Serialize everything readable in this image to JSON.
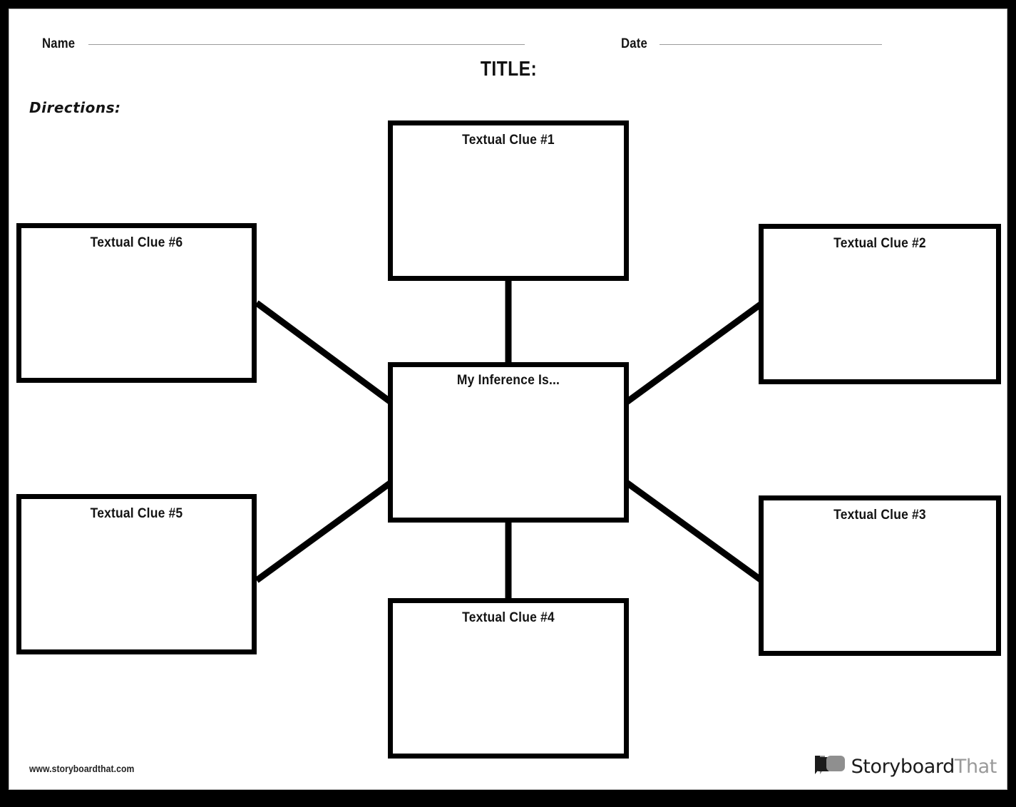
{
  "page": {
    "title": "TITLE:",
    "directions_label": "Directions:"
  },
  "header": {
    "name_label": "Name",
    "name_value": "",
    "date_label": "Date",
    "date_value": ""
  },
  "diagram": {
    "type": "cluster-web",
    "center": {
      "id": "center",
      "label": "My Inference Is...",
      "value": ""
    },
    "nodes": [
      {
        "id": "clue1",
        "label": "Textual Clue #1",
        "value": "",
        "position": "top"
      },
      {
        "id": "clue2",
        "label": "Textual Clue #2",
        "value": "",
        "position": "top-right"
      },
      {
        "id": "clue3",
        "label": "Textual Clue #3",
        "value": "",
        "position": "bottom-right"
      },
      {
        "id": "clue4",
        "label": "Textual Clue #4",
        "value": "",
        "position": "bottom"
      },
      {
        "id": "clue5",
        "label": "Textual Clue #5",
        "value": "",
        "position": "bottom-left"
      },
      {
        "id": "clue6",
        "label": "Textual Clue #6",
        "value": "",
        "position": "top-left"
      }
    ],
    "connectors": [
      {
        "from": "clue1",
        "to": "center",
        "style": "straight-vertical"
      },
      {
        "from": "clue2",
        "to": "center",
        "style": "diagonal"
      },
      {
        "from": "clue3",
        "to": "center",
        "style": "diagonal"
      },
      {
        "from": "clue4",
        "to": "center",
        "style": "straight-vertical"
      },
      {
        "from": "clue5",
        "to": "center",
        "style": "diagonal"
      },
      {
        "from": "clue6",
        "to": "center",
        "style": "diagonal"
      }
    ]
  },
  "footer": {
    "url": "www.storyboardthat.com",
    "brand_primary": "Storyboard",
    "brand_secondary": "That",
    "logo_icon": "speech-bubbles-icon"
  },
  "colors": {
    "page_border": "#000000",
    "sheet": "#ffffff",
    "box_stroke": "#000000",
    "rule": "#9b9b9b",
    "text": "#131313",
    "brand_gray": "#9a9a9a"
  }
}
